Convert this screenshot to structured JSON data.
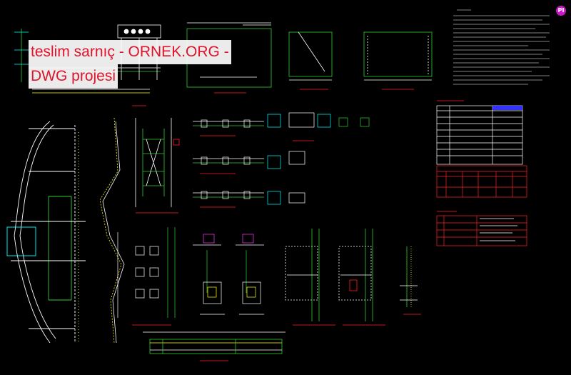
{
  "watermark": {
    "line1": "teslim sarnıç - ORNEK.ORG -",
    "line2": "DWG projesi"
  },
  "badge_text": "PI",
  "colors": {
    "background": "#000000",
    "line_white": "#ffffff",
    "line_green": "#33cc33",
    "line_cyan": "#00ffff",
    "line_yellow": "#ffff00",
    "line_red": "#ff2020",
    "line_magenta": "#ff33ff",
    "watermark_text": "#e0142c",
    "watermark_bg": "#ffffff"
  }
}
